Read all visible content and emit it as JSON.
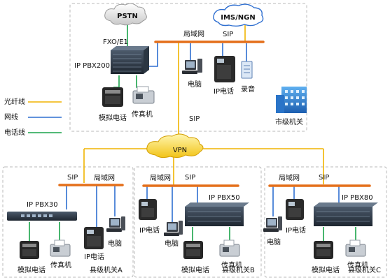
{
  "legend": {
    "fiber": "光纤线",
    "network": "网线",
    "phone_line": "电话线"
  },
  "colors": {
    "fiber": "#f0b400",
    "network": "#2f6fd0",
    "phone_line": "#1aa34a",
    "lan_bus": "#e46f1a"
  },
  "top": {
    "pstn": "PSTN",
    "ims": "IMS/NGN",
    "fxo": "FXO/E1",
    "lan": "局域网",
    "sip": "SIP",
    "pbx": "IP PBX200",
    "computer": "电脑",
    "ip_phone": "IP电话",
    "recorder": "录音",
    "analog_phone": "模拟电话",
    "fax": "传真机",
    "site": "市级机关",
    "sip_vpn": "SIP"
  },
  "vpn": "VPN",
  "site_a": {
    "sip": "SIP",
    "lan": "局域网",
    "pbx": "IP PBX30",
    "ip_phone": "IP电话",
    "computer": "电脑",
    "analog_phone": "模拟电话",
    "fax": "传真机",
    "site": "县级机关A"
  },
  "site_b": {
    "lan": "局域网",
    "sip": "SIP",
    "pbx": "IP PBX50",
    "ip_phone": "IP电话",
    "computer": "电脑",
    "analog_phone": "模拟电话",
    "fax": "传真机",
    "site": "县级机关B"
  },
  "site_c": {
    "lan": "局域网",
    "sip": "SIP",
    "pbx": "IP PBX80",
    "ip_phone": "IP电话",
    "computer": "电脑",
    "analog_phone": "模拟电话",
    "fax": "传真机",
    "site": "县级机关C"
  }
}
